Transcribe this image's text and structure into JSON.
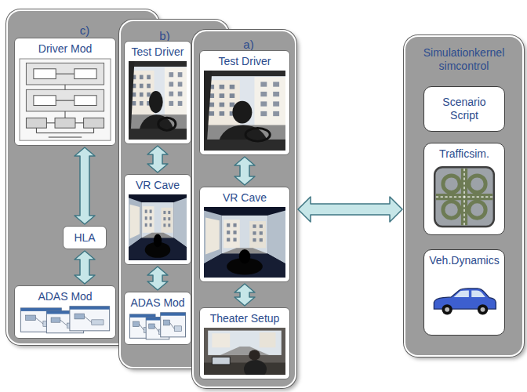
{
  "diagram": {
    "nodes": [
      {
        "text": [
          "c)"
        ]
      },
      {
        "text": [
          "Driver Mod"
        ],
        "in": 0
      },
      {
        "text": [
          "HLA"
        ],
        "in": 0
      },
      {
        "text": [
          "ADAS Mod"
        ],
        "in": 0
      },
      {
        "text": [
          "b)"
        ]
      },
      {
        "text": [
          "Test Driver"
        ],
        "in": 4
      },
      {
        "text": [
          "VR Cave"
        ],
        "in": 4
      },
      {
        "text": [
          "ADAS Mod"
        ],
        "in": 4
      },
      {
        "text": [
          "a)"
        ]
      },
      {
        "text": [
          "Test Driver"
        ],
        "in": 8
      },
      {
        "text": [
          "VR Cave"
        ],
        "in": 8
      },
      {
        "text": [
          "Theater Setup"
        ],
        "in": 8
      },
      {
        "text": [
          "Simulationkernel simcontrol"
        ]
      },
      {
        "text": [
          "Scenario Script"
        ],
        "in": 12
      },
      {
        "text": [
          "Trafficsim."
        ],
        "in": 12
      },
      {
        "text": [
          "Veh.Dynamics"
        ],
        "in": 12
      }
    ],
    "edges": [
      {
        "from": 1,
        "to": 2,
        "arrow": "both"
      },
      {
        "from": 2,
        "to": 3,
        "arrow": "both"
      },
      {
        "from": 5,
        "to": 6,
        "arrow": "both"
      },
      {
        "from": 6,
        "to": 7,
        "arrow": "both"
      },
      {
        "from": 9,
        "to": 10,
        "arrow": "both"
      },
      {
        "from": 10,
        "to": 11,
        "arrow": "both"
      },
      {
        "from": 8,
        "to": 12,
        "arrow": "both"
      }
    ]
  }
}
